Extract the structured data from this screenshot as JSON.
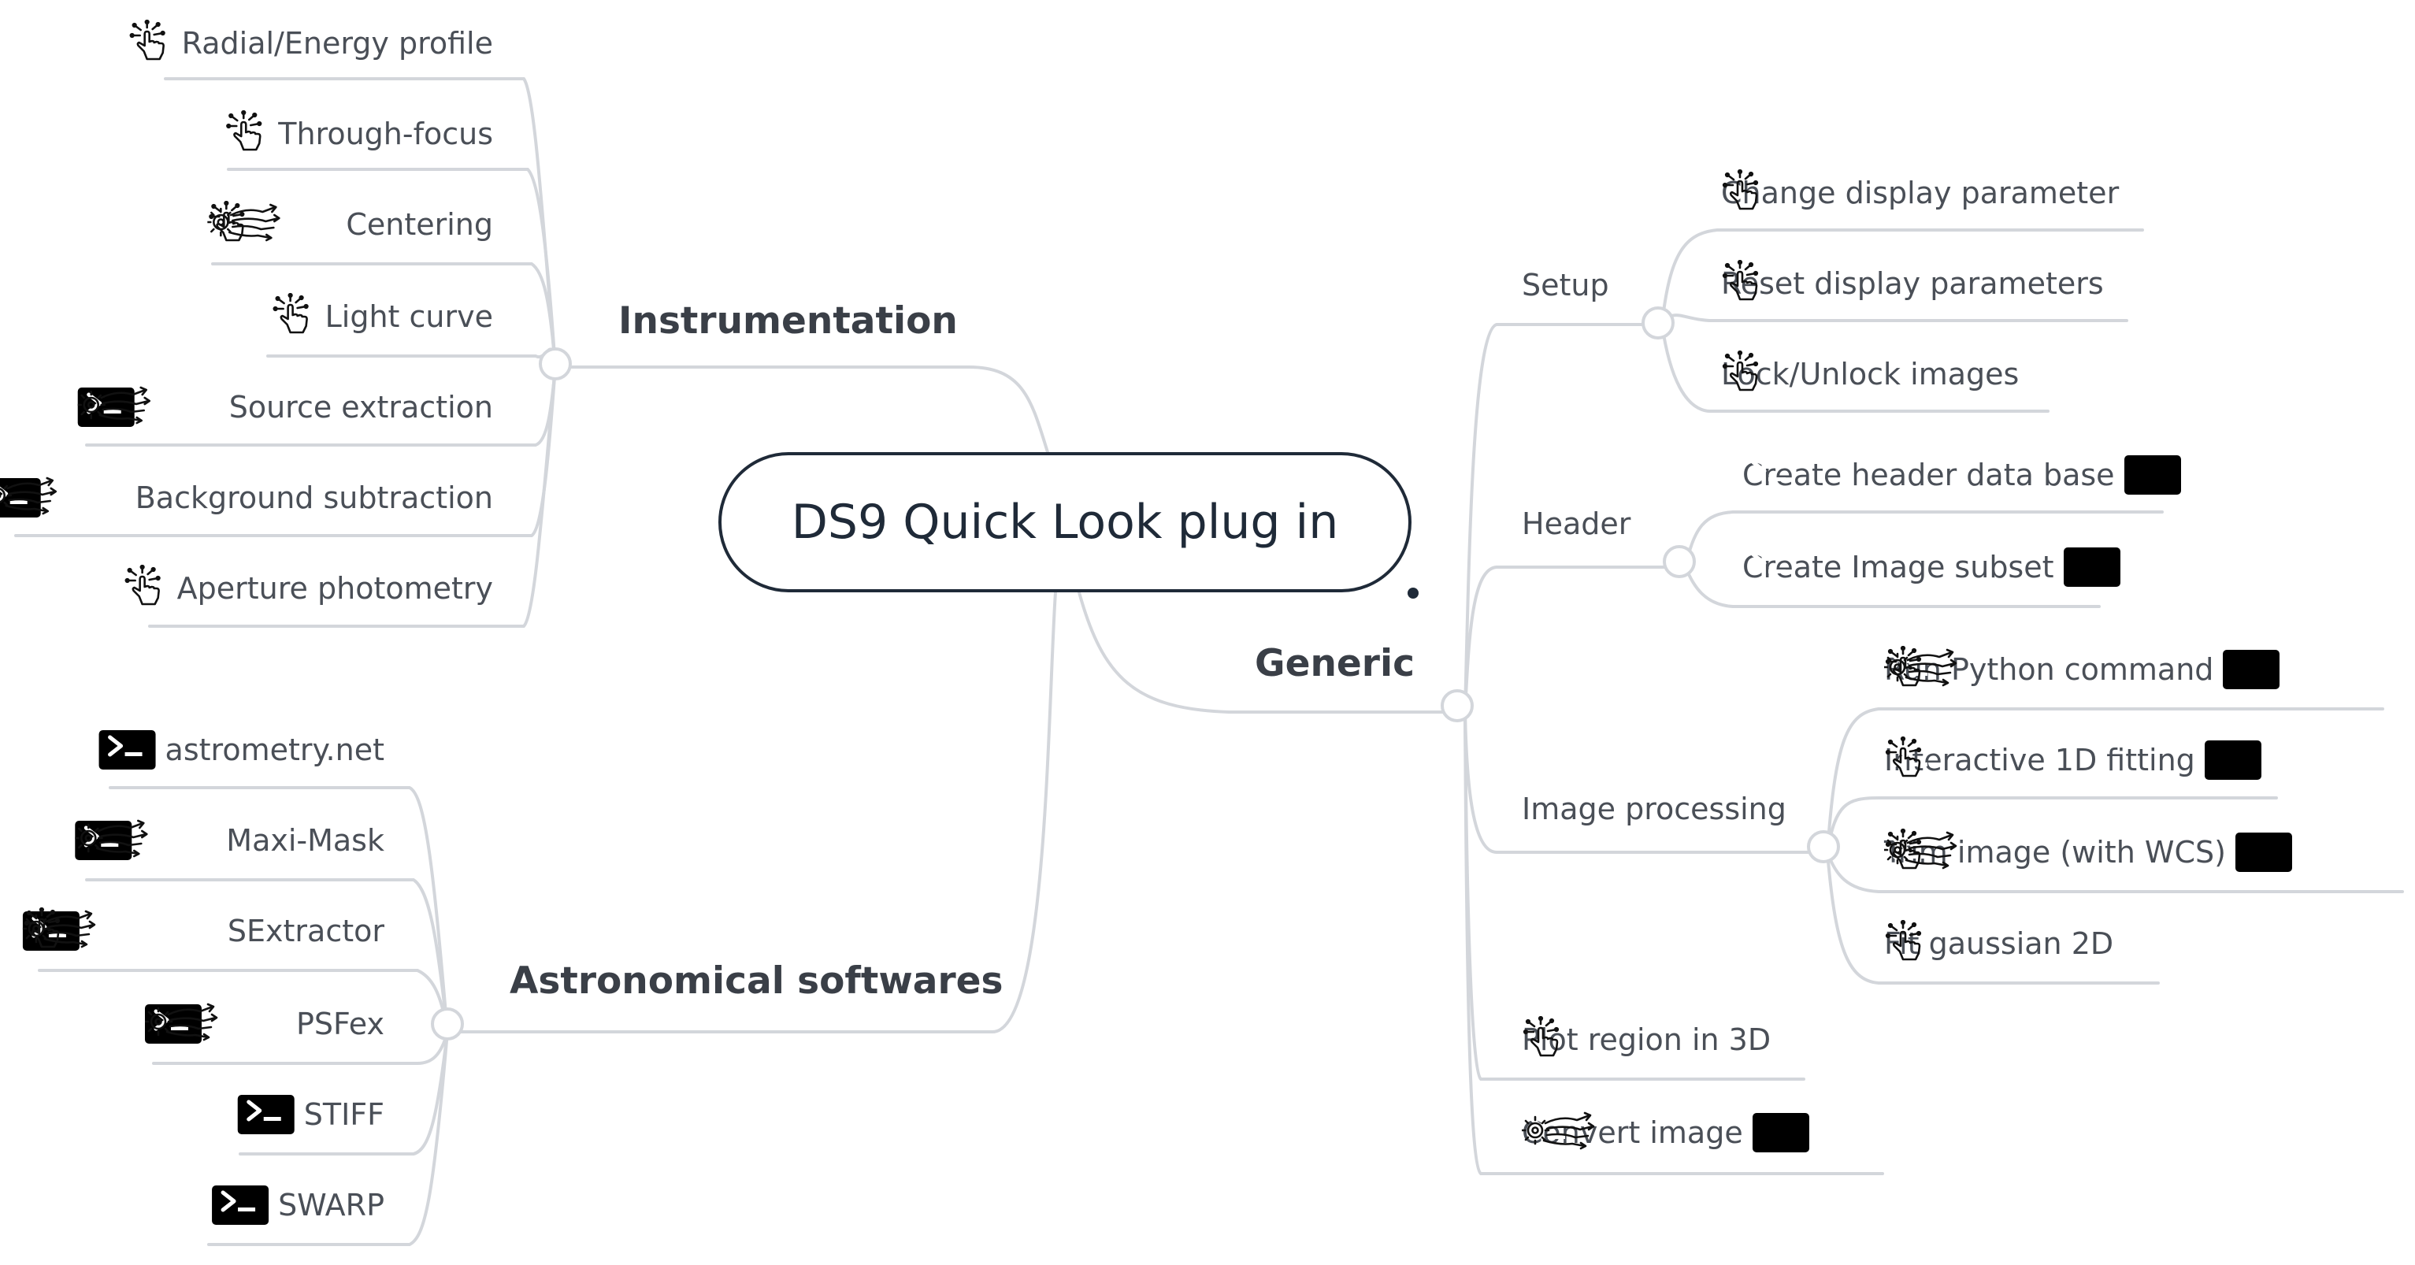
{
  "root": {
    "title": "DS9 Quick Look plug in"
  },
  "branches": {
    "instrumentation": {
      "label": "Instrumentation",
      "items": [
        {
          "label": "Radial/Energy profile",
          "icons": [
            "hand-pointer-icon"
          ]
        },
        {
          "label": "Through-focus",
          "icons": [
            "hand-pointer-icon"
          ]
        },
        {
          "label": "Centering",
          "icons": [
            "hand-pointer-icon",
            "gear-flow-icon"
          ]
        },
        {
          "label": "Light curve",
          "icons": [
            "hand-pointer-icon"
          ]
        },
        {
          "label": "Source extraction",
          "icons": [
            "terminal-icon",
            "gear-flow-icon"
          ]
        },
        {
          "label": "Background subtraction",
          "icons": [
            "terminal-icon",
            "gear-flow-icon"
          ]
        },
        {
          "label": "Aperture photometry",
          "icons": [
            "hand-pointer-icon"
          ]
        }
      ]
    },
    "astronomical_softwares": {
      "label": "Astronomical softwares",
      "items": [
        {
          "label": "astrometry.net",
          "icons": [
            "terminal-icon"
          ]
        },
        {
          "label": "Maxi-Mask",
          "icons": [
            "terminal-icon",
            "gear-flow-icon"
          ]
        },
        {
          "label": "SExtractor",
          "icons": [
            "terminal-icon",
            "hand-pointer-icon",
            "gear-flow-icon"
          ]
        },
        {
          "label": "PSFex",
          "icons": [
            "terminal-icon",
            "gear-flow-icon"
          ]
        },
        {
          "label": "STIFF",
          "icons": [
            "terminal-icon"
          ]
        },
        {
          "label": "SWARP",
          "icons": [
            "terminal-icon"
          ]
        }
      ]
    },
    "generic": {
      "label": "Generic",
      "setup": {
        "label": "Setup",
        "items": [
          {
            "label": "Change display parameter",
            "icons": [
              "hand-pointer-icon"
            ]
          },
          {
            "label": "Reset display parameters",
            "icons": [
              "hand-pointer-icon"
            ]
          },
          {
            "label": "Lock/Unlock images",
            "icons": [
              "hand-pointer-icon"
            ]
          }
        ]
      },
      "header": {
        "label": "Header",
        "items": [
          {
            "label": "Create header data base",
            "icons": [
              "terminal-icon"
            ]
          },
          {
            "label": "Create Image subset",
            "icons": [
              "terminal-icon"
            ]
          }
        ]
      },
      "image_processing": {
        "label": "Image processing",
        "items": [
          {
            "label": "Run Python command",
            "icons": [
              "terminal-icon",
              "hand-pointer-icon",
              "gear-flow-icon"
            ]
          },
          {
            "label": "Interactive 1D fitting",
            "icons": [
              "terminal-icon",
              "hand-pointer-icon"
            ]
          },
          {
            "label": "Trim image (with WCS)",
            "icons": [
              "terminal-icon",
              "hand-pointer-icon",
              "gear-flow-icon"
            ]
          },
          {
            "label": "Fit gaussian 2D",
            "icons": [
              "hand-pointer-icon"
            ]
          }
        ]
      },
      "plot_region": {
        "label": "Plot region in 3D",
        "icons": [
          "hand-pointer-icon"
        ]
      },
      "convert_image": {
        "label": "Convert image",
        "icons": [
          "terminal-icon",
          "gear-flow-icon"
        ]
      }
    }
  }
}
